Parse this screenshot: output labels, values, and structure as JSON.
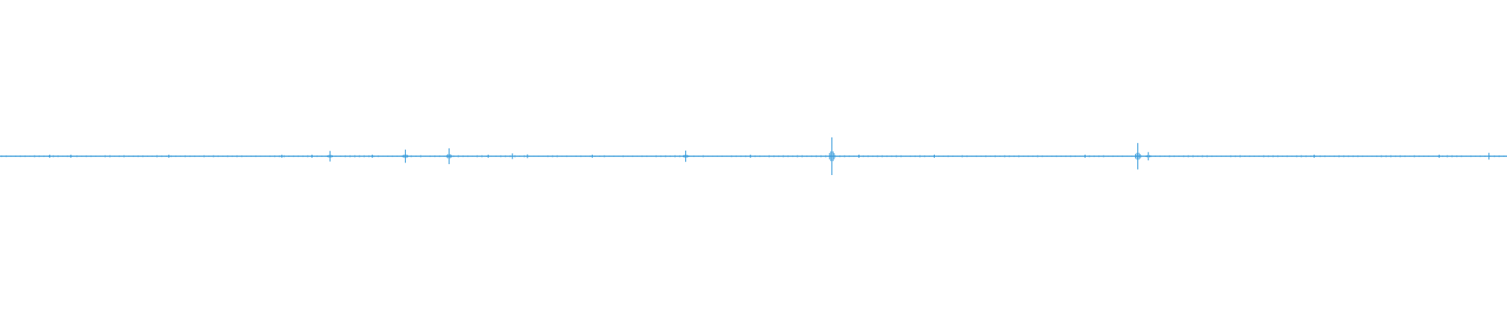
{
  "waveform": {
    "color": "#3b9ddb",
    "background": "#ffffff",
    "label": "audio-waveform",
    "peaks": [
      {
        "at": 0.033,
        "amp": 0.03
      },
      {
        "at": 0.047,
        "amp": 0.06
      },
      {
        "at": 0.112,
        "amp": 0.05
      },
      {
        "at": 0.187,
        "amp": 0.04
      },
      {
        "at": 0.207,
        "amp": 0.06
      },
      {
        "at": 0.219,
        "amp": 0.28
      },
      {
        "at": 0.247,
        "amp": 0.04
      },
      {
        "at": 0.269,
        "amp": 0.35
      },
      {
        "at": 0.298,
        "amp": 0.42
      },
      {
        "at": 0.324,
        "amp": 0.05
      },
      {
        "at": 0.34,
        "amp": 0.15
      },
      {
        "at": 0.35,
        "amp": 0.1
      },
      {
        "at": 0.393,
        "amp": 0.05
      },
      {
        "at": 0.455,
        "amp": 0.3
      },
      {
        "at": 0.498,
        "amp": 0.04
      },
      {
        "at": 0.552,
        "amp": 1.0
      },
      {
        "at": 0.57,
        "amp": 0.06
      },
      {
        "at": 0.62,
        "amp": 0.04
      },
      {
        "at": 0.72,
        "amp": 0.06
      },
      {
        "at": 0.755,
        "amp": 0.7
      },
      {
        "at": 0.762,
        "amp": 0.22
      },
      {
        "at": 0.872,
        "amp": 0.03
      },
      {
        "at": 0.955,
        "amp": 0.03
      },
      {
        "at": 0.988,
        "amp": 0.18
      }
    ]
  }
}
